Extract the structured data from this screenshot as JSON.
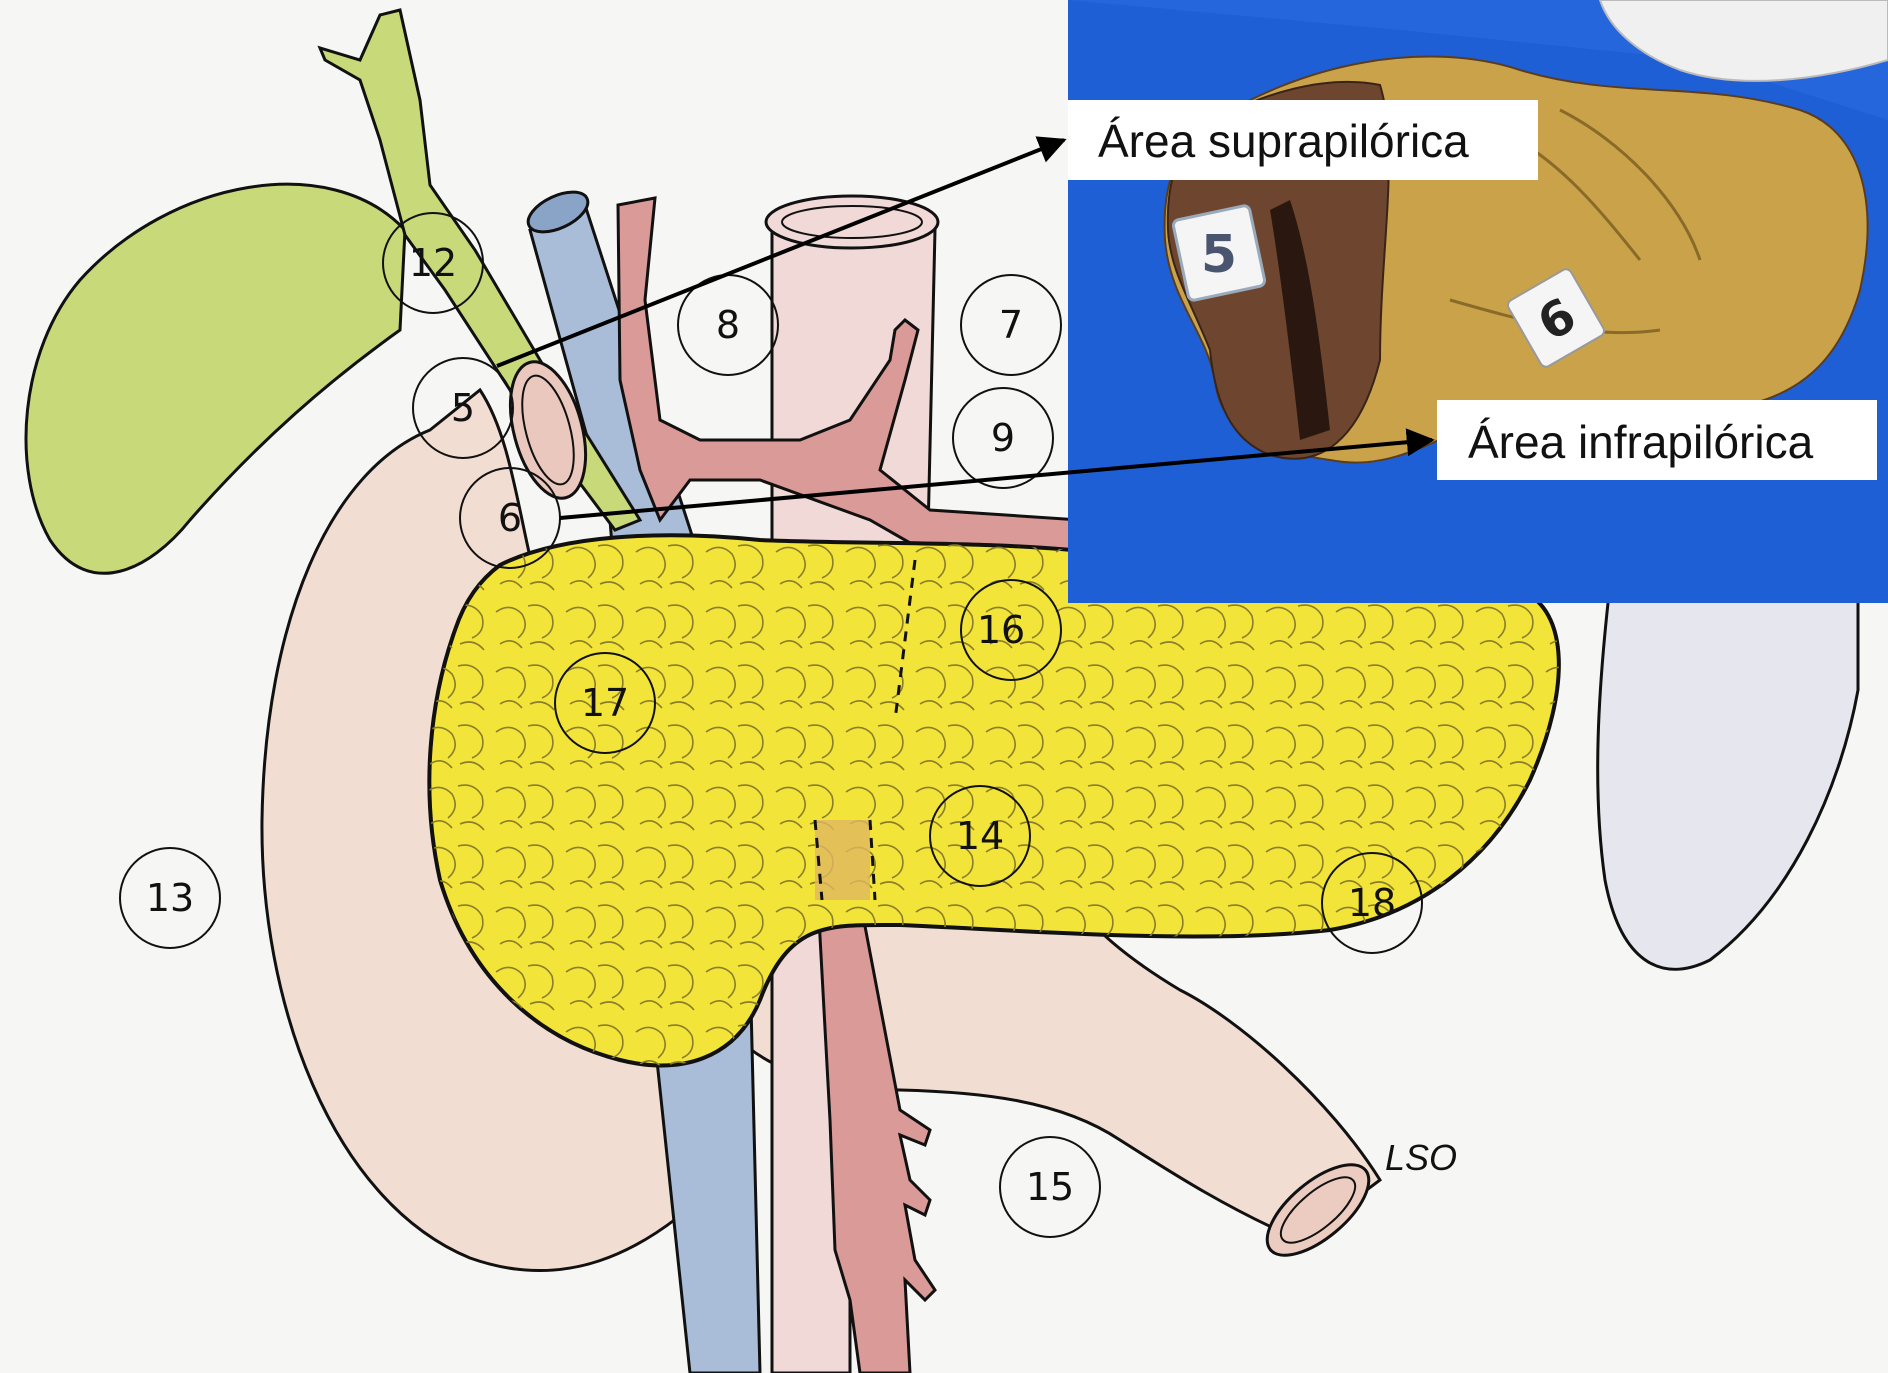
{
  "station_labels": {
    "n5": "5",
    "n6": "6",
    "n7": "7",
    "n8": "8",
    "n9": "9",
    "n12": "12",
    "n13": "13",
    "n14": "14",
    "n15": "15",
    "n16": "16",
    "n17": "17",
    "n18": "18"
  },
  "callouts": {
    "suprapyloric": "Área suprapilórica",
    "infrapyloric": "Área infrapilórica"
  },
  "lso_label": "LSO",
  "photo_markers": {
    "m5": "5",
    "m6": "6"
  },
  "colors": {
    "pancreas": "#f2e438",
    "gallbladder": "#c8d97a",
    "duodenum": "#f2ddd2",
    "vein": "#a9bdd8",
    "artery": "#d99a98",
    "spleen": "#e6e6ee",
    "photo_background": "#1f5fd6"
  }
}
